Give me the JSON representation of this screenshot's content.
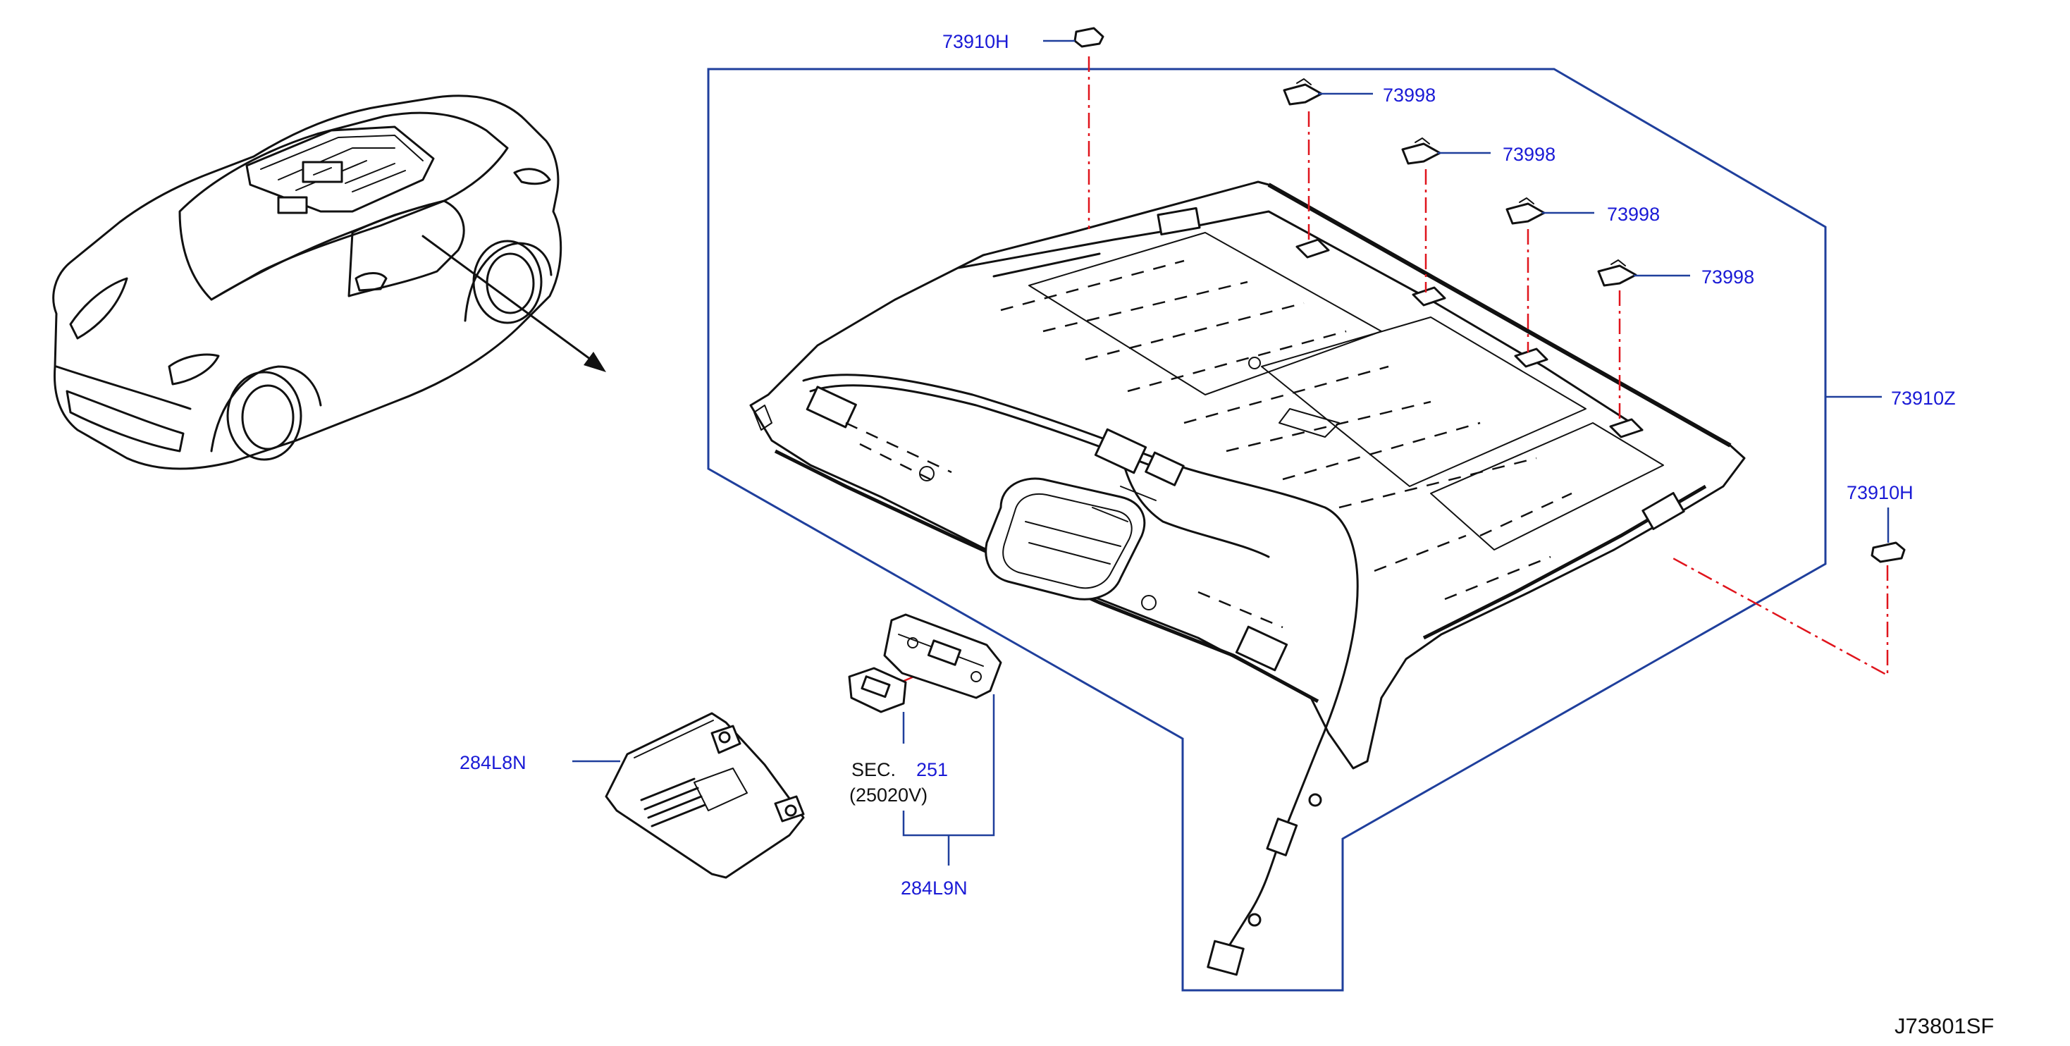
{
  "callouts": {
    "clip_top": "73910H",
    "clip_1": "73998",
    "clip_2": "73998",
    "clip_3": "73998",
    "clip_4": "73998",
    "headlining": "73910Z",
    "clip_right": "73910H",
    "lamp_cover": "284L8N",
    "sec_prefix": "SEC.",
    "sec_number": "251",
    "sec_part": "(25020V)",
    "lamp_assembly": "284L9N"
  },
  "reference_code": "J73801SF",
  "colors": {
    "label": "#1a1ad6",
    "group_line": "#1f3f9c",
    "center_line": "#e0141c",
    "ink": "#111111"
  }
}
